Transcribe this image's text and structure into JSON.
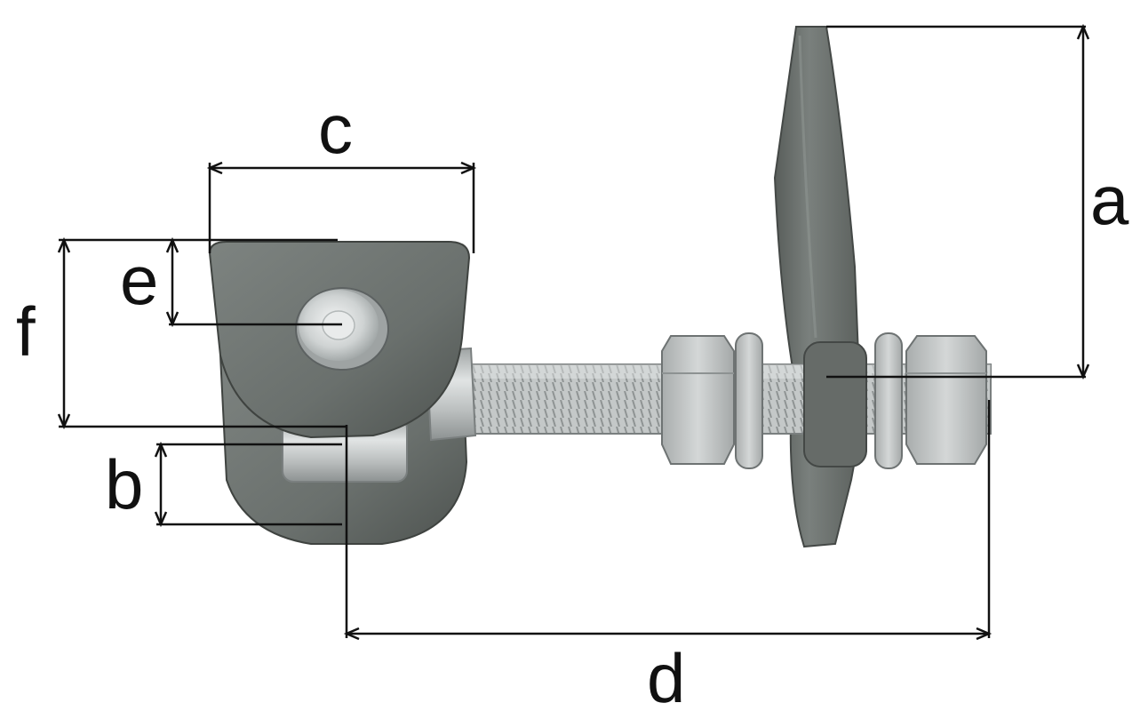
{
  "labels": {
    "a": "a",
    "b": "b",
    "c": "c",
    "d": "d",
    "e": "e",
    "f": "f"
  },
  "colors": {
    "cast_iron": "#6f7572",
    "cast_iron_dark": "#4d524f",
    "zinc": "#b9bdbd",
    "zinc_light": "#d9dcdc",
    "dimension": "#111111"
  }
}
